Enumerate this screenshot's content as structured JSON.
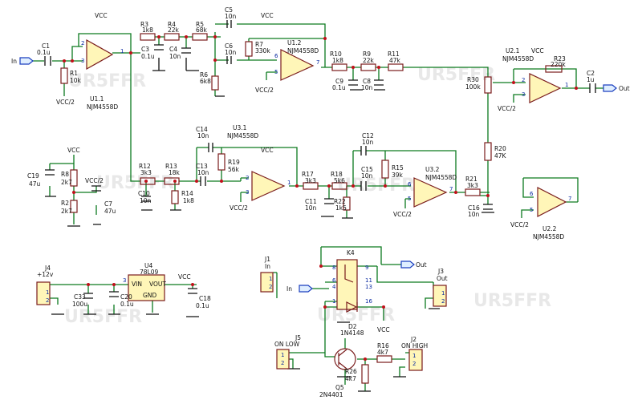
{
  "watermark": "UR5FFR",
  "power": {
    "vcc": "VCC",
    "vcc2": "VCC/2"
  },
  "ports": {
    "in": "In",
    "out": "Out"
  },
  "op_part": "NJM4558D",
  "u11": "U1.1",
  "u12": "U1.2",
  "u21": "U2.1",
  "u22": "U2.2",
  "u31": "U3.1",
  "u32": "U3.2",
  "comp": {
    "c1": "C1",
    "c1v": "0.1u",
    "r1": "R1",
    "r1v": "10k",
    "r3": "R3",
    "r3v": "1k8",
    "r4": "R4",
    "r4v": "22k",
    "r5": "R5",
    "r5v": "68k",
    "c3": "C3",
    "c3v": "0.1u",
    "c4": "C4",
    "c4v": "10n",
    "c5": "C5",
    "c5v": "10n",
    "c6": "C6",
    "c6v": "10n",
    "r7": "R7",
    "r7v": "330k",
    "r6": "R6",
    "r6v": "6k8",
    "r10": "R10",
    "r10v": "1k8",
    "r9": "R9",
    "r9v": "22k",
    "r11": "R11",
    "r11v": "47k",
    "c9": "C9",
    "c9v": "0.1u",
    "c8": "C8",
    "c8v": "10n",
    "r30": "R30",
    "r30v": "100k",
    "r23": "R23",
    "r23v": "220k",
    "c2": "C2",
    "c2v": "1u",
    "r20": "R20",
    "r20v": "47K",
    "r8": "R8",
    "r8v": "2k7",
    "r2": "R2",
    "r2v": "2k7",
    "c19": "C19",
    "c19v": "47u",
    "c7": "C7",
    "c7v": "47u",
    "r12": "R12",
    "r12v": "3k3",
    "r13": "R13",
    "r13v": "18k",
    "c10": "C10",
    "c10v": "10n",
    "r14": "R14",
    "r14v": "1k8",
    "c14": "C14",
    "c14v": "10n",
    "c13": "C13",
    "c13v": "10n",
    "r19": "R19",
    "r19v": "56k",
    "r17": "R17",
    "r17v": "3k3",
    "r18": "R18",
    "r18v": "5k6",
    "c11": "C11",
    "c11v": "10n",
    "r22": "R22",
    "r22v": "1k5",
    "c12": "C12",
    "c12v": "10n",
    "c15": "C15",
    "c15v": "10n",
    "r15": "R15",
    "r15v": "39k",
    "r21": "R21",
    "r21v": "3k3",
    "c16": "C16",
    "c16v": "10n",
    "j4": "J4",
    "j4v": "+12v",
    "c33": "C33",
    "c33v": "100u",
    "c20": "C20",
    "c20v": "0.1u",
    "u4": "U4",
    "u4v": "78L09",
    "vin": "VIN",
    "vout": "VOUT",
    "gndp": "GND",
    "c18": "C18",
    "c18v": "0.1u",
    "j1": "J1",
    "j1v": "In",
    "k4": "K4",
    "j3": "J3",
    "j3v": "Out",
    "d2": "D2",
    "d2v": "1N4148",
    "j5": "J5",
    "j5v": "ON LOW",
    "q5": "Q5",
    "q5v": "2N4401",
    "r16": "R16",
    "r16v": "4k7",
    "r26": "R26",
    "r26v": "4k7",
    "j2": "J2",
    "j2v": "ON HIGH"
  },
  "pins": {
    "p1": "1",
    "p2": "2",
    "p3": "3",
    "p4": "4",
    "p5": "5",
    "p6": "6",
    "p7": "7",
    "p8": "8",
    "p9": "9",
    "p11": "11",
    "p13": "13",
    "p16": "16"
  }
}
